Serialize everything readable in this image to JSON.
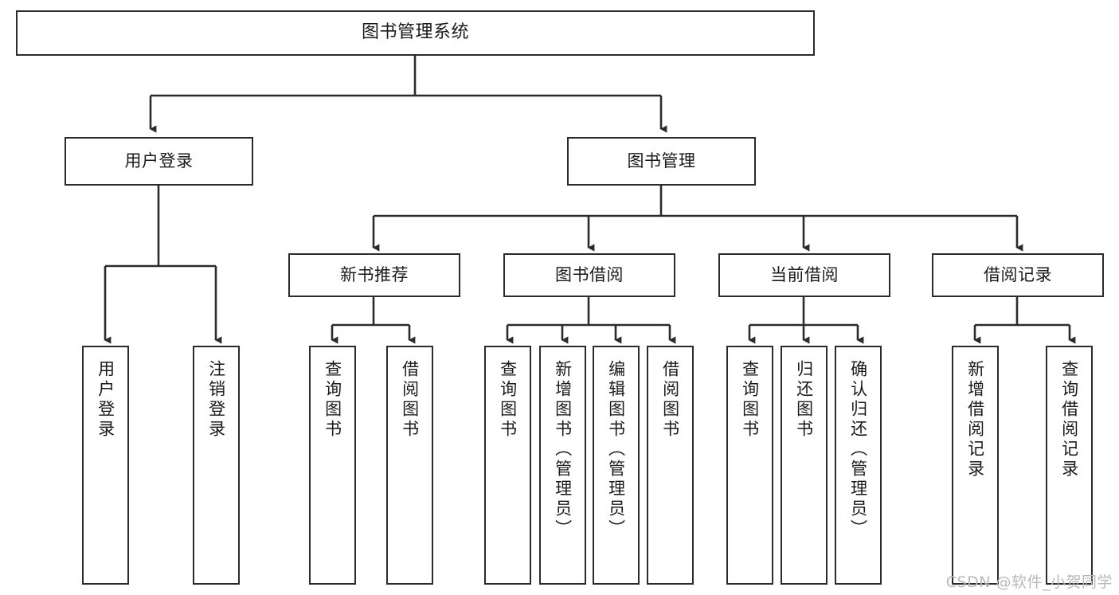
{
  "diagram": {
    "type": "tree-hierarchy-chart",
    "title": "图书管理系统",
    "colors": {
      "box_border": "#2b2b2b",
      "box_fill": "#ffffff",
      "connector": "#2b2b2b",
      "text": "#1a1a1a",
      "watermark": "#b9b9b9",
      "background": "#ffffff"
    },
    "nodes": {
      "root": {
        "label": "图书管理系统"
      },
      "level2": [
        {
          "id": "user-login",
          "label": "用户登录"
        },
        {
          "id": "book-management",
          "label": "图书管理"
        }
      ],
      "level3": [
        {
          "id": "new-book-recommend",
          "label": "新书推荐"
        },
        {
          "id": "book-borrow",
          "label": "图书借阅"
        },
        {
          "id": "current-borrow",
          "label": "当前借阅"
        },
        {
          "id": "borrow-record",
          "label": "借阅记录"
        }
      ],
      "leaves": {
        "user-login": [
          {
            "id": "leaf-user-login",
            "label": "用户登录"
          },
          {
            "id": "leaf-logout-login",
            "label": "注销登录"
          }
        ],
        "new-book-recommend": [
          {
            "id": "leaf-query-book-1",
            "label": "查询图书"
          },
          {
            "id": "leaf-borrow-book-1",
            "label": "借阅图书"
          }
        ],
        "book-borrow": [
          {
            "id": "leaf-query-book-2",
            "label": "查询图书"
          },
          {
            "id": "leaf-add-book",
            "label": "新增图书（管理员）"
          },
          {
            "id": "leaf-edit-book",
            "label": "编辑图书（管理员）"
          },
          {
            "id": "leaf-borrow-book-2",
            "label": "借阅图书"
          }
        ],
        "current-borrow": [
          {
            "id": "leaf-query-book-3",
            "label": "查询图书"
          },
          {
            "id": "leaf-return-book",
            "label": "归还图书"
          },
          {
            "id": "leaf-confirm-return",
            "label": "确认归还（管理员）"
          }
        ],
        "borrow-record": [
          {
            "id": "leaf-add-record",
            "label": "新增借阅记录"
          },
          {
            "id": "leaf-query-record",
            "label": "查询借阅记录"
          }
        ]
      }
    },
    "watermark": "CSDN @软件_小贺同学"
  }
}
